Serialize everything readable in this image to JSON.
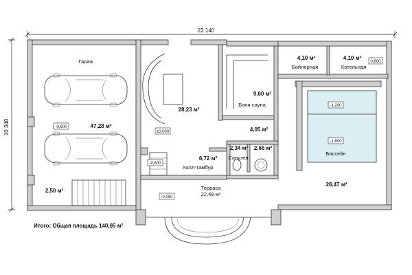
{
  "dimensions": {
    "width": "22 140",
    "height": "10 340"
  },
  "rooms": {
    "garage": {
      "name": "Гараж",
      "area": "47,28 м²",
      "level": "-0,600"
    },
    "living": {
      "area": "28,23 м²",
      "level": "±0,000"
    },
    "sauna": {
      "name": "Баня-сауна",
      "area": "9,60 м²"
    },
    "boiler": {
      "name": "Бойлерная",
      "area": "4,10 м²"
    },
    "boiler_room": {
      "name": "Котельная",
      "area": "4,10 м²",
      "level": "0,600"
    },
    "corridor": {
      "area": "4,05 м²"
    },
    "wc": {
      "name": "Санузел",
      "area": "2,34 м²"
    },
    "shower": {
      "area": "2,66 м²"
    },
    "hall": {
      "name": "Холл-тамбур",
      "area": "6,72 м²"
    },
    "hall_level": "-0,600",
    "stair": {
      "area": "2,50 м²"
    },
    "pool_hall": {
      "name": "Бассейн",
      "area": "28,47 м²",
      "level_top": "-1,200",
      "level_bottom": "-1,800"
    },
    "terrace": {
      "name": "Терраса",
      "area": "22,48 м²",
      "level": "-0,050"
    }
  },
  "total": "Итого: Общая площадь 140,05 м²"
}
